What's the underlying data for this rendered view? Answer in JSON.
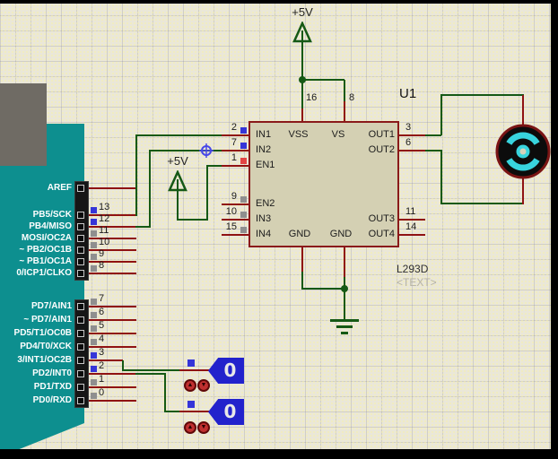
{
  "colors": {
    "wire_green": "#155915",
    "pin_red": "#8f1212",
    "board_teal": "#0d8f8f",
    "connector_gray": "#6f6b64",
    "ic_fill": "#d4d0b3",
    "ic_border": "#8a1a1a",
    "indicator_blue": "#3535d8",
    "indicator_gray": "#8f8f8f",
    "indicator_red": "#e24444",
    "logicstate_blue": "#2222cc",
    "motor_cyan": "#38d4de",
    "background": "#eae7d8"
  },
  "power": {
    "vcc_top": "+5V",
    "vcc_mid": "+5V"
  },
  "arduino": {
    "pins_top": [
      {
        "label": "AREF",
        "num": "",
        "ind": ""
      },
      {
        "label": "PB5/SCK",
        "num": "13",
        "ind": "blue"
      },
      {
        "label": "PB4/MISO",
        "num": "12",
        "ind": "blue"
      },
      {
        "label": "MOSI/OC2A",
        "num": "11",
        "ind": "gray"
      },
      {
        "label": "~ PB2/OC1B",
        "num": "10",
        "ind": "gray"
      },
      {
        "label": "~ PB1/OC1A",
        "num": "9",
        "ind": "gray"
      },
      {
        "label": "0/ICP1/CLKO",
        "num": "8",
        "ind": "gray"
      }
    ],
    "pins_bottom": [
      {
        "label": "PD7/AIN1",
        "num": "7",
        "ind": "gray"
      },
      {
        "label": "~ PD7/AIN1",
        "num": "6",
        "ind": "gray"
      },
      {
        "label": "PD5/T1/OC0B",
        "num": "5",
        "ind": "gray"
      },
      {
        "label": "PD4/T0/XCK",
        "num": "4",
        "ind": "gray"
      },
      {
        "label": "3/INT1/OC2B",
        "num": "3",
        "ind": "blue"
      },
      {
        "label": "PD2/INT0",
        "num": "2",
        "ind": "blue"
      },
      {
        "label": "PD1/TXD",
        "num": "1",
        "ind": "gray"
      },
      {
        "label": "PD0/RXD",
        "num": "0",
        "ind": "gray"
      }
    ]
  },
  "ic": {
    "ref": "U1",
    "part": "L293D",
    "text_placeholder": "<TEXT>",
    "left_pins": [
      {
        "num": "2",
        "name": "IN1",
        "ind": "blue"
      },
      {
        "num": "7",
        "name": "IN2",
        "ind": "blue"
      },
      {
        "num": "1",
        "name": "EN1",
        "ind": "red"
      },
      {
        "num": "9",
        "name": "EN2",
        "ind": "gray"
      },
      {
        "num": "10",
        "name": "IN3",
        "ind": "gray"
      },
      {
        "num": "15",
        "name": "IN4",
        "ind": "gray"
      }
    ],
    "right_pins": [
      {
        "num": "3",
        "name": "OUT1"
      },
      {
        "num": "6",
        "name": "OUT2"
      },
      {
        "num": "11",
        "name": "OUT3"
      },
      {
        "num": "14",
        "name": "OUT4"
      }
    ],
    "top_pins": [
      {
        "num": "16",
        "name": "VSS"
      },
      {
        "num": "8",
        "name": "VS"
      }
    ],
    "bottom_labels": [
      "GND",
      "GND"
    ]
  },
  "logic_states": [
    {
      "value": "0"
    },
    {
      "value": "0"
    }
  ]
}
